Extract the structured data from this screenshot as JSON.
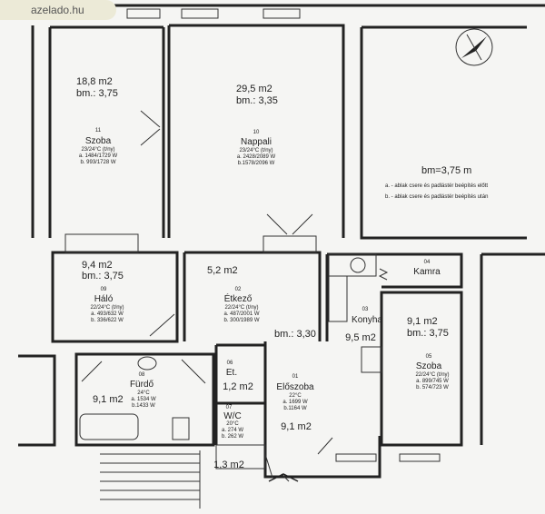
{
  "site": {
    "badge": "azelado.hu"
  },
  "legend": {
    "height": "bm=3,75 m",
    "a": "a. - ablak csere és padlástér beépítés előtt",
    "b": "b. - ablak csere és padlástér beépítés után"
  },
  "rooms": {
    "szoba11": {
      "area": "18,8 m2",
      "height": "bm.: 3,75",
      "number": "11",
      "name": "Szoba",
      "temp": "23/24°C (t/ny)",
      "a": "a. 1484/1729 W",
      "b": "b. 993/1728 W"
    },
    "nappali": {
      "area": "29,5 m2",
      "height": "bm.: 3,35",
      "number": "10",
      "name": "Nappali",
      "temp": "23/24°C (t/ny)",
      "a": "a. 2428/2089 W",
      "b": "b.1578/2096 W"
    },
    "halo": {
      "area": "9,4 m2",
      "height": "bm.: 3,75",
      "number": "09",
      "name": "Háló",
      "temp": "22/24°C (t/ny)",
      "a": "a. 493/632 W",
      "b": "b. 336/622 W"
    },
    "etkezo": {
      "area": "5,2 m2",
      "number": "02",
      "name": "Étkező",
      "temp": "22/24°C (t/ny)",
      "a": "a. 487/2001 W",
      "b": "b. 300/1989 W",
      "height": "bm.: 3,30"
    },
    "kamra": {
      "number": "04",
      "name": "Kamra"
    },
    "konyha": {
      "number": "03",
      "name": "Konyha",
      "area": "9,5 m2"
    },
    "szoba05": {
      "area": "9,1 m2",
      "height": "bm.: 3,75",
      "number": "05",
      "name": "Szoba",
      "temp": "22/24°C (t/ny)",
      "a": "a. 899/745 W",
      "b": "b. 574/723 W"
    },
    "furdo": {
      "area": "9,1 m2",
      "number": "08",
      "name": "Fürdő",
      "temp": "24°C",
      "a": "a. 1534 W",
      "b": "b.1433 W"
    },
    "et": {
      "number": "06",
      "name": "Et.",
      "area": "1,2 m2"
    },
    "wc": {
      "number": "07",
      "name": "W/C",
      "temp": "20°C",
      "a": "a. 274 W",
      "b": "b. 262 W"
    },
    "eloszoba": {
      "number": "01",
      "name": "Előszoba",
      "temp": "22°C",
      "a": "a. 1699 W",
      "b": "b.1164 W",
      "area": "9,1 m2"
    },
    "stair": {
      "area": "1,3 m2"
    }
  }
}
